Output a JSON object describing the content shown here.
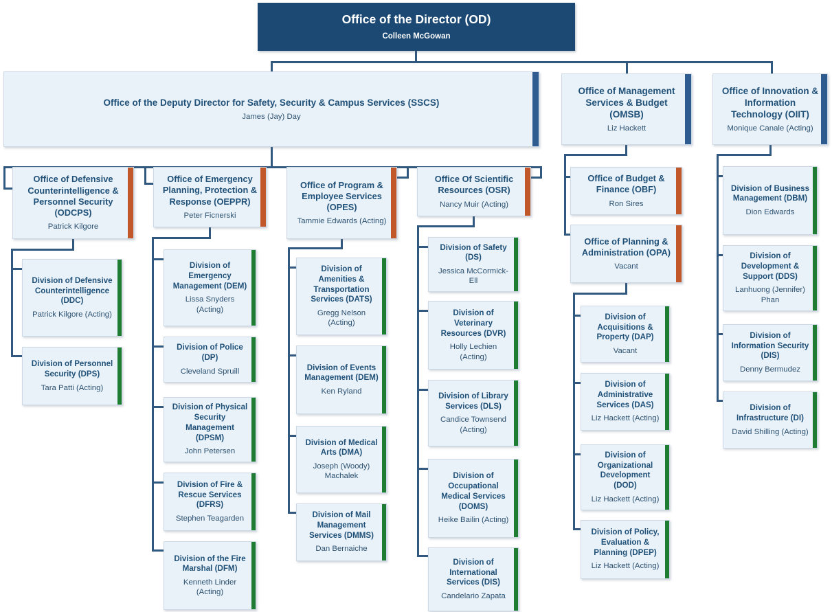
{
  "chart_title": "Office of the Director organizational chart",
  "colors": {
    "root_box": "#1c4973",
    "box_background": "#eaf2f9",
    "box_border": "#ccd9e4",
    "connector_line": "#31587f",
    "accent_executive_blue": "#2f5c90",
    "accent_office_orange": "#c2572a",
    "accent_division_green": "#1f7c33",
    "title_text": "#1f5078"
  },
  "nodes": {
    "od": {
      "title": "Office of the Director (OD)",
      "name": "Colleen McGowan"
    },
    "sscs": {
      "title": "Office of the Deputy Director for Safety, Security & Campus Services (SSCS)",
      "name": "James (Jay) Day"
    },
    "omsb": {
      "title": "Office of Management Services & Budget (OMSB)",
      "name": "Liz Hackett"
    },
    "oiit": {
      "title": "Office of Innovation & Information Technology (OIIT)",
      "name": "Monique Canale (Acting)"
    },
    "odcps": {
      "title": "Office of Defensive Counterintelligence & Personnel Security (ODCPS)",
      "name": "Patrick Kilgore"
    },
    "oeppr": {
      "title": "Office of Emergency Planning, Protection & Response (OEPPR)",
      "name": "Peter Ficnerski"
    },
    "opes": {
      "title": "Office of Program & Employee Services (OPES)",
      "name": "Tammie Edwards (Acting)"
    },
    "osr": {
      "title": "Office Of Scientific Resources (OSR)",
      "name": "Nancy Muir (Acting)"
    },
    "ddc": {
      "title": "Division of Defensive Counterintelligence (DDC)",
      "name": "Patrick Kilgore (Acting)"
    },
    "dps": {
      "title": "Division of Personnel Security (DPS)",
      "name": "Tara Patti (Acting)"
    },
    "dem": {
      "title": "Division of Emergency Management (DEM)",
      "name": "Lissa Snyders (Acting)"
    },
    "dp": {
      "title": "Division of Police (DP)",
      "name": "Cleveland Spruill"
    },
    "dpsm": {
      "title": "Division of Physical Security Management (DPSM)",
      "name": "John Petersen"
    },
    "dfrs": {
      "title": "Division of Fire & Rescue Services (DFRS)",
      "name": "Stephen Teagarden"
    },
    "dfm": {
      "title": "Division of the Fire Marshal (DFM)",
      "name": "Kenneth Linder (Acting)"
    },
    "dats": {
      "title": "Division of Amenities & Transportation Services (DATS)",
      "name": "Gregg Nelson (Acting)"
    },
    "dem2": {
      "title": "Division of Events Management (DEM)",
      "name": "Ken Ryland"
    },
    "dma": {
      "title": "Division of Medical Arts (DMA)",
      "name": "Joseph (Woody) Machalek"
    },
    "dmms": {
      "title": "Division of Mail Management Services (DMMS)",
      "name": "Dan Bernaiche"
    },
    "ds": {
      "title": "Division of Safety (DS)",
      "name": "Jessica McCormick-Ell"
    },
    "dvr": {
      "title": "Division of Veterinary Resources (DVR)",
      "name": "Holly Lechien (Acting)"
    },
    "dls": {
      "title": "Division of Library Services (DLS)",
      "name": "Candice Townsend (Acting)"
    },
    "doms": {
      "title": "Division of Occupational Medical Services (DOMS)",
      "name": "Heike Bailin (Acting)"
    },
    "dis2": {
      "title": "Division of International Services (DIS)",
      "name": "Candelario Zapata"
    },
    "obf": {
      "title": "Office of Budget & Finance (OBF)",
      "name": "Ron Sires"
    },
    "opa": {
      "title": "Office of Planning & Administration (OPA)",
      "name": "Vacant"
    },
    "dap": {
      "title": "Division of Acquisitions & Property (DAP)",
      "name": "Vacant"
    },
    "das": {
      "title": "Division of Administrative Services (DAS)",
      "name": "Liz Hackett (Acting)"
    },
    "dod": {
      "title": "Division of Organizational Development (DOD)",
      "name": "Liz Hackett (Acting)"
    },
    "dpep": {
      "title": "Division of Policy, Evaluation & Planning (DPEP)",
      "name": "Liz Hackett (Acting)"
    },
    "dbm": {
      "title": "Division of Business Management (DBM)",
      "name": "Dion Edwards"
    },
    "dds": {
      "title": "Division of Development & Support (DDS)",
      "name": "Lanhuong (Jennifer) Phan"
    },
    "dis3": {
      "title": "Division of Information Security (DIS)",
      "name": "Denny Bermudez"
    },
    "di": {
      "title": "Division of Infrastructure (DI)",
      "name": "David Shilling (Acting)"
    }
  }
}
